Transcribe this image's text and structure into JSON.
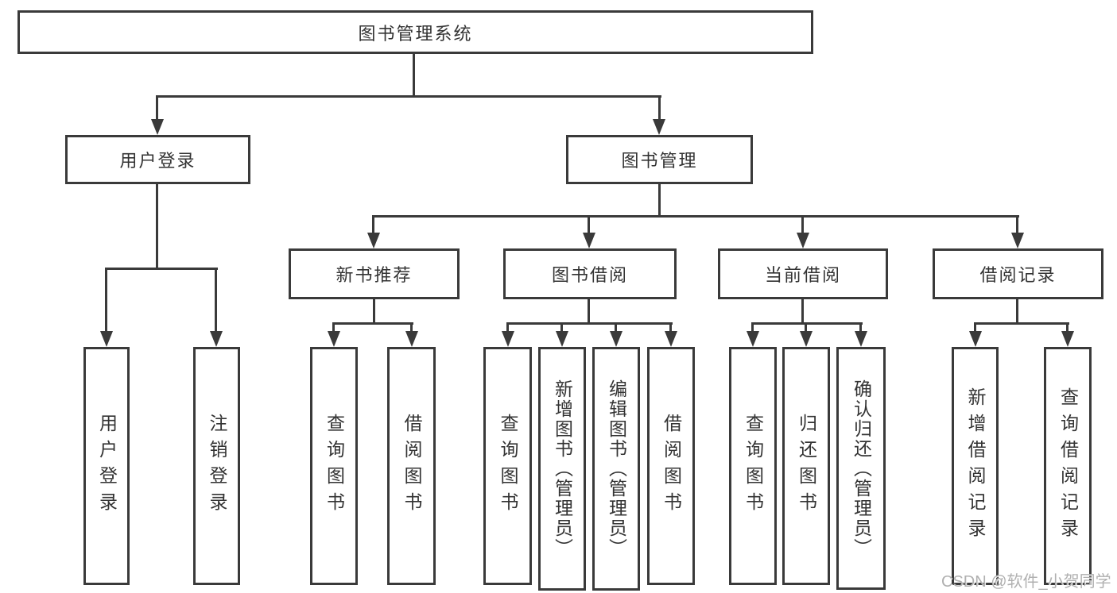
{
  "diagram": {
    "type": "hierarchy-tree",
    "root": {
      "label": "图书管理系统",
      "children": [
        {
          "label": "用户登录",
          "children": [
            {
              "label": "用户登录"
            },
            {
              "label": "注销登录"
            }
          ]
        },
        {
          "label": "图书管理",
          "children": [
            {
              "label": "新书推荐",
              "children": [
                {
                  "label": "查询图书"
                },
                {
                  "label": "借阅图书"
                }
              ]
            },
            {
              "label": "图书借阅",
              "children": [
                {
                  "label": "查询图书"
                },
                {
                  "label": "新增图书（管理员）"
                },
                {
                  "label": "编辑图书（管理员）"
                },
                {
                  "label": "借阅图书"
                }
              ]
            },
            {
              "label": "当前借阅",
              "children": [
                {
                  "label": "查询图书"
                },
                {
                  "label": "归还图书"
                },
                {
                  "label": "确认归还（管理员）"
                }
              ]
            },
            {
              "label": "借阅记录",
              "children": [
                {
                  "label": "新增借阅记录"
                },
                {
                  "label": "查询借阅记录"
                }
              ]
            }
          ]
        }
      ]
    }
  },
  "watermark": {
    "text": "CSDN @软件_小贺同学"
  },
  "colors": {
    "line": "#3a3a3a",
    "box_border": "#3a3a3a",
    "box_background": "#ffffff",
    "text": "#333333",
    "watermark": "#b0b0b0"
  }
}
